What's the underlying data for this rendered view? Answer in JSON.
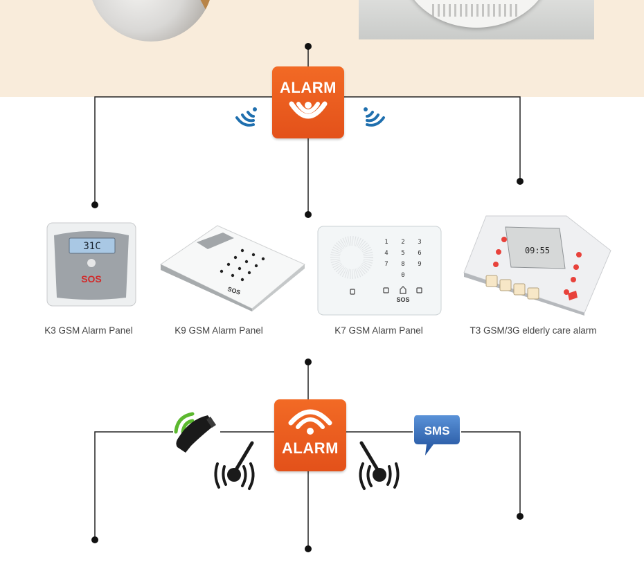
{
  "alarm_top": {
    "label": "ALARM"
  },
  "alarm_bottom": {
    "label": "ALARM"
  },
  "products": [
    {
      "label": "K3 GSM Alarm Panel",
      "display": "31C"
    },
    {
      "label": "K9  GSM Alarm Panel"
    },
    {
      "label": "K7 GSM Alarm Panel",
      "keys": [
        "1",
        "2",
        "3",
        "4",
        "5",
        "6",
        "7",
        "8",
        "9",
        "0"
      ]
    },
    {
      "label": "T3 GSM/3G elderly care alarm",
      "display": "09:55"
    }
  ],
  "sos_logo": "SOS",
  "sms_badge": {
    "label": "SMS"
  },
  "colors": {
    "alarm_orange": "#ef5f21",
    "band": "#f9ecdb",
    "sms_blue": "#1f5fb0",
    "phone_green": "#5cb82f",
    "wave_blue": "#1f6fae"
  }
}
